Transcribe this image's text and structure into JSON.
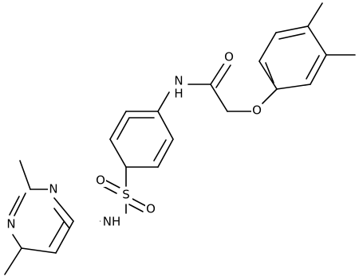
{
  "structure": {
    "atoms": {
      "o_carbonyl": "O",
      "nh_amide": "N",
      "h_amide": "H",
      "o_ether": "O",
      "s_sulfonyl": "S",
      "o_sulfonyl_1": "O",
      "o_sulfonyl_2": "O",
      "nh_sulfonamide": "NH",
      "n_pyrimidine_1": "N",
      "n_pyrimidine_2": "N"
    }
  },
  "colors": {
    "bond": "#000000",
    "label": "#000000",
    "background": "#ffffff"
  }
}
